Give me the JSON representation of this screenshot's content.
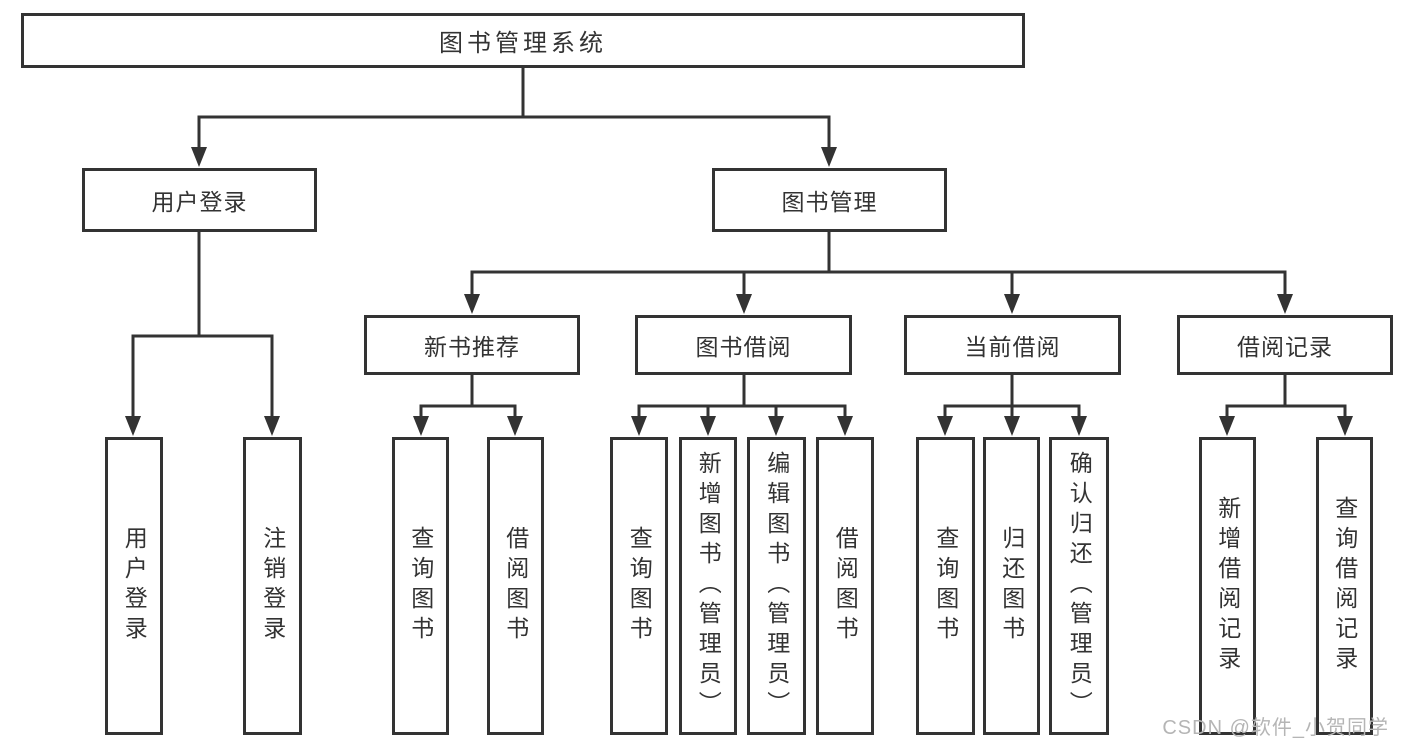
{
  "root_label": "图书管理系统",
  "level2": {
    "user_login": "用户登录",
    "book_management": "图书管理"
  },
  "level3": {
    "new_book": "新书推荐",
    "book_borrow": "图书借阅",
    "current_borrow": "当前借阅",
    "borrow_record": "借阅记录"
  },
  "leaves": {
    "user_login_1": "用户登录",
    "user_login_2": "注销登录",
    "new_book_1": "查询图书",
    "new_book_2": "借阅图书",
    "book_borrow_1": "查询图书",
    "book_borrow_2": "新增图书（管理员）",
    "book_borrow_3": "编辑图书（管理员）",
    "book_borrow_4": "借阅图书",
    "current_borrow_1": "查询图书",
    "current_borrow_2": "归还图书",
    "current_borrow_3": "确认归还（管理员）",
    "borrow_record_1": "新增借阅记录",
    "borrow_record_2": "查询借阅记录"
  },
  "watermark": "CSDN @软件_小贺同学",
  "colors": {
    "line": "#333333",
    "text": "#333333",
    "watermark": "#b5b5b5",
    "background": "#ffffff"
  }
}
